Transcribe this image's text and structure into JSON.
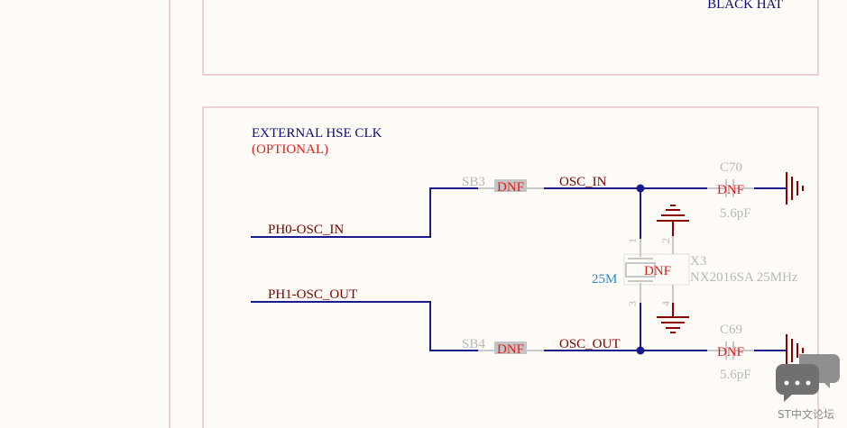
{
  "top_frame": {
    "label": "BLACK HAT"
  },
  "section": {
    "title": "EXTERNAL HSE CLK",
    "subtitle": "(OPTIONAL)"
  },
  "nets": {
    "ph0": "PH0-OSC_IN",
    "ph1": "PH1-OSC_OUT",
    "osc_in": "OSC_IN",
    "osc_out": "OSC_OUT"
  },
  "parts": {
    "sb3": {
      "ref": "SB3",
      "mark": "DNF"
    },
    "sb4": {
      "ref": "SB4",
      "mark": "DNF"
    },
    "c70": {
      "ref": "C70",
      "mark": "DNF",
      "value": "5.6pF"
    },
    "c69": {
      "ref": "C69",
      "mark": "DNF",
      "value": "5.6pF"
    },
    "x3": {
      "ref": "X3",
      "mark": "DNF",
      "value": "NX2016SA 25MHz",
      "freq": "25M",
      "pins": {
        "p1": "1",
        "p2": "2",
        "p3": "3",
        "p4": "4"
      }
    }
  },
  "watermark": {
    "text": "ST中文论坛"
  },
  "colors": {
    "background": "#fffcf7",
    "frame": "#d9a9b9",
    "wire": "#1a1a8c",
    "net_label": "#7a0000",
    "title": "#0a0a7a",
    "optional": "#e02020",
    "dnf": "#e02020",
    "ref_gray": "#b8b8b8",
    "ground": "#8b0000",
    "freq": "#2a8ad0",
    "watermark": "#8a8a8a"
  }
}
